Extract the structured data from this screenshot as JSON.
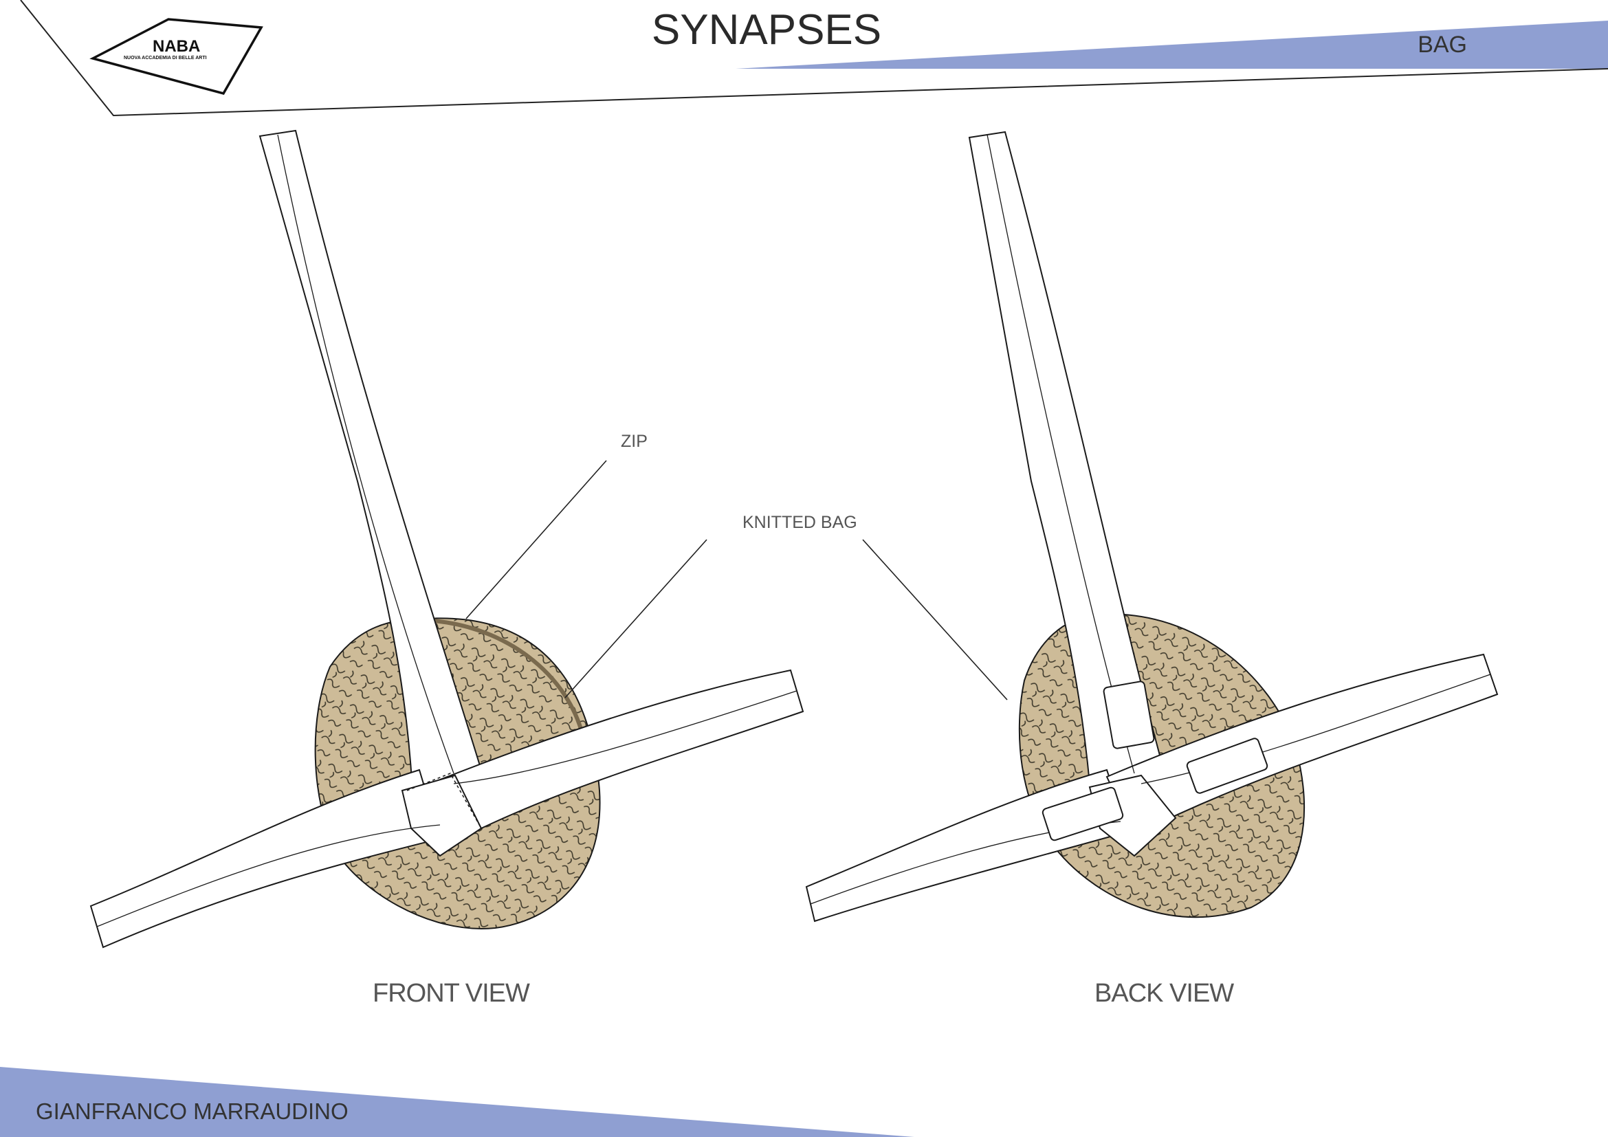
{
  "header": {
    "title": "SYNAPSES",
    "tag": "BAG",
    "accent_color": "#8f9fd2"
  },
  "logo": {
    "name": "NABA",
    "subtitle": "NUOVA ACCADEMIA DI BELLE ARTI"
  },
  "views": {
    "front_label": "FRONT VIEW",
    "back_label": "BACK VIEW"
  },
  "callouts": {
    "zip": "ZIP",
    "knitted_bag": "KNITTED BAG"
  },
  "footer": {
    "author": "GIANFRANCO MARRAUDINO"
  },
  "colors": {
    "knit_fill": "#cdbb98",
    "knit_stroke": "#3f3a2c",
    "strap_fill": "#ffffff",
    "line": "#1a1a1a"
  }
}
